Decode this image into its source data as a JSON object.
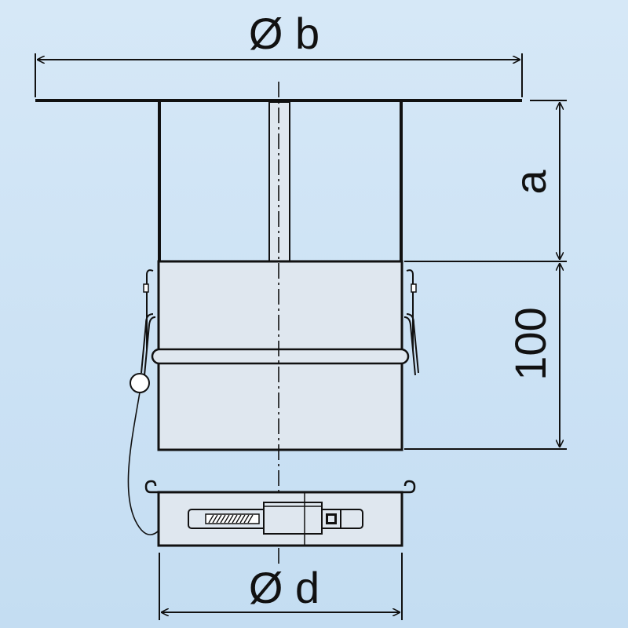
{
  "colors": {
    "background": "#cfe3f5",
    "line": "#111111",
    "metal": "#dfe7ef"
  },
  "labels": {
    "diameter_top": "Ø b",
    "height_top": "a",
    "height_sleeve": "100",
    "diameter_bottom": "Ø d"
  }
}
